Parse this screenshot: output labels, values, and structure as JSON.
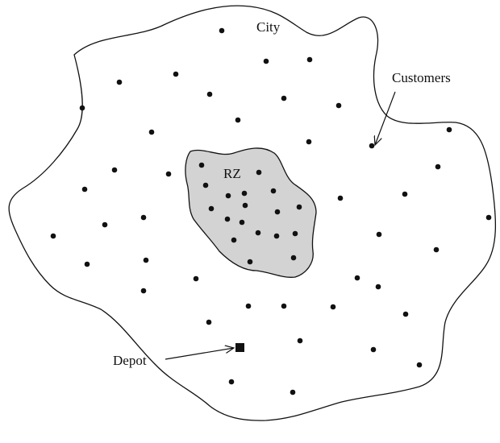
{
  "labels": {
    "city": "City",
    "customers": "Customers",
    "restricted_zone": "RZ",
    "depot": "Depot"
  },
  "colors": {
    "outline": "#111111",
    "zone_fill": "#d3d3d3",
    "background": "#ffffff"
  },
  "legend_items": [
    "customer-dot",
    "depot-square",
    "restricted-zone",
    "city-boundary"
  ]
}
